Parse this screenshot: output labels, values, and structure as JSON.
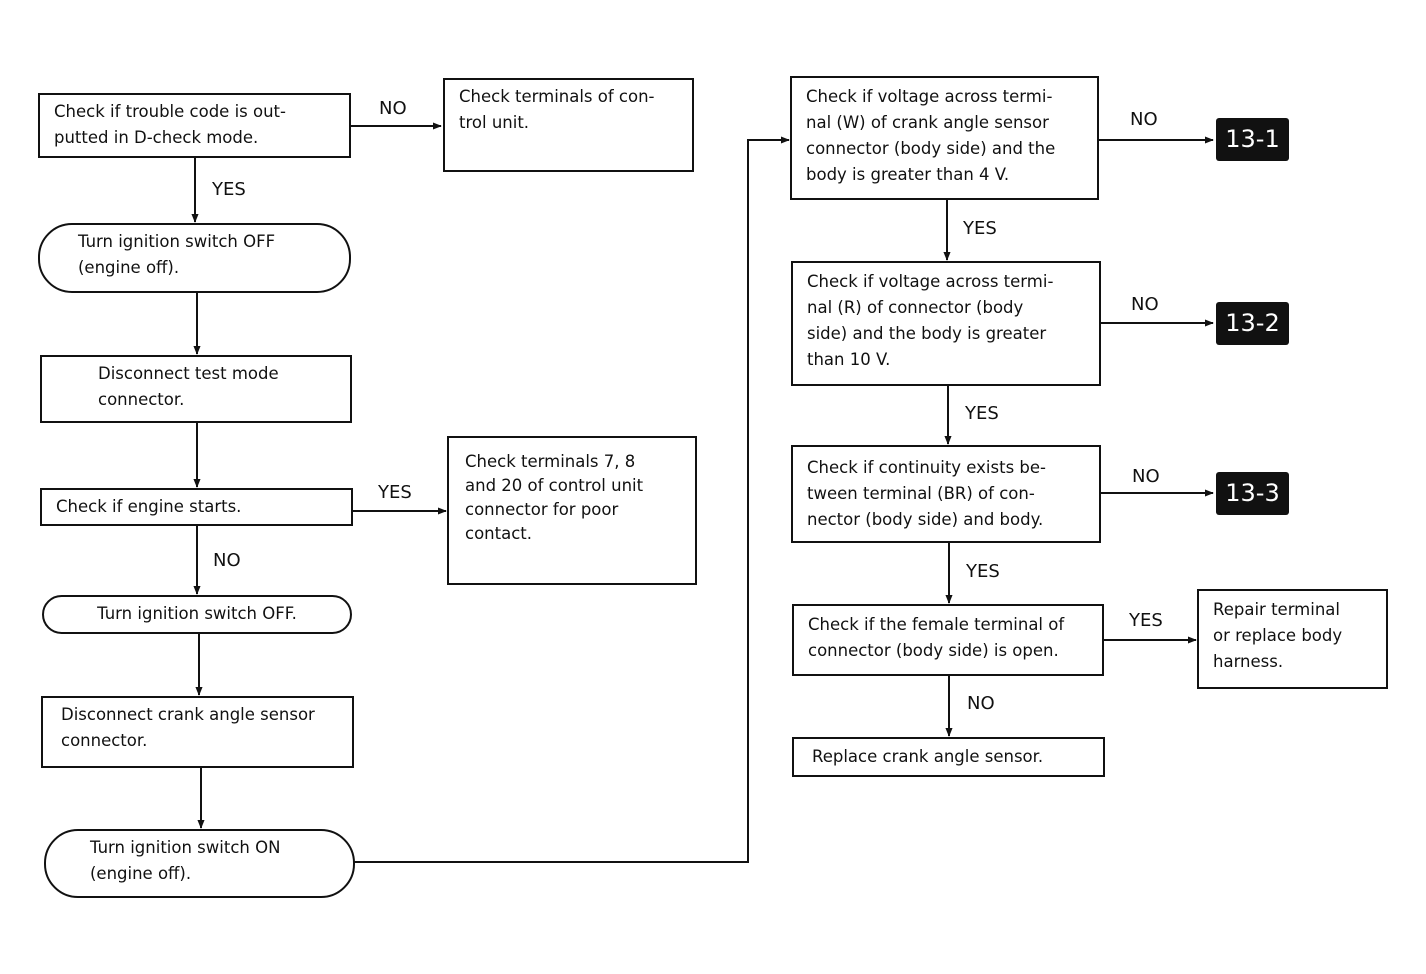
{
  "nodes": {
    "check_trouble_code": {
      "lines": [
        "Check if trouble code is out-",
        "putted in D-check mode."
      ]
    },
    "check_terminals_control_unit": {
      "lines": [
        "Check terminals of con-",
        "trol unit."
      ]
    },
    "turn_ignition_off_engine_off": {
      "lines": [
        "Turn ignition switch OFF",
        "(engine off)."
      ]
    },
    "disconnect_test_mode": {
      "lines": [
        "Disconnect test mode",
        "connector."
      ]
    },
    "check_engine_starts": {
      "lines": [
        "Check if engine starts."
      ]
    },
    "check_terminals_7_8_20": {
      "lines": [
        "Check terminals 7, 8",
        "and 20 of control unit",
        "connector for poor",
        "contact."
      ]
    },
    "turn_ignition_off": {
      "lines": [
        "Turn ignition switch OFF."
      ]
    },
    "disconnect_crank_sensor": {
      "lines": [
        "Disconnect crank angle sensor",
        "connector."
      ]
    },
    "turn_ignition_on": {
      "lines": [
        "Turn ignition switch ON",
        "(engine off)."
      ]
    },
    "check_voltage_w": {
      "lines": [
        "Check if voltage across termi-",
        "nal (W) of crank angle sensor",
        "connector (body side) and the",
        "body is greater than 4 V."
      ]
    },
    "check_voltage_r": {
      "lines": [
        "Check if voltage across termi-",
        "nal (R) of connector (body",
        "side) and the body is greater",
        "than 10 V."
      ]
    },
    "check_continuity_br": {
      "lines": [
        "Check if continuity exists be-",
        "tween terminal (BR) of con-",
        "nector (body side) and body."
      ]
    },
    "check_female_terminal": {
      "lines": [
        "Check if the female terminal of",
        "connector (body side) is open."
      ]
    },
    "repair_terminal": {
      "lines": [
        "Repair terminal",
        "or replace body",
        "harness."
      ]
    },
    "replace_crank_sensor": {
      "lines": [
        "Replace crank angle sensor."
      ]
    }
  },
  "refs": {
    "ref_13_1": "13-1",
    "ref_13_2": "13-2",
    "ref_13_3": "13-3"
  },
  "edge_labels": {
    "trouble_no": "NO",
    "trouble_yes": "YES",
    "starts_yes": "YES",
    "starts_no": "NO",
    "voltage_w_no": "NO",
    "voltage_w_yes": "YES",
    "voltage_r_no": "NO",
    "voltage_r_yes": "YES",
    "continuity_no": "NO",
    "continuity_yes": "YES",
    "female_yes": "YES",
    "female_no": "NO"
  },
  "colors": {
    "ink": "#111111",
    "paper": "#ffffff"
  }
}
